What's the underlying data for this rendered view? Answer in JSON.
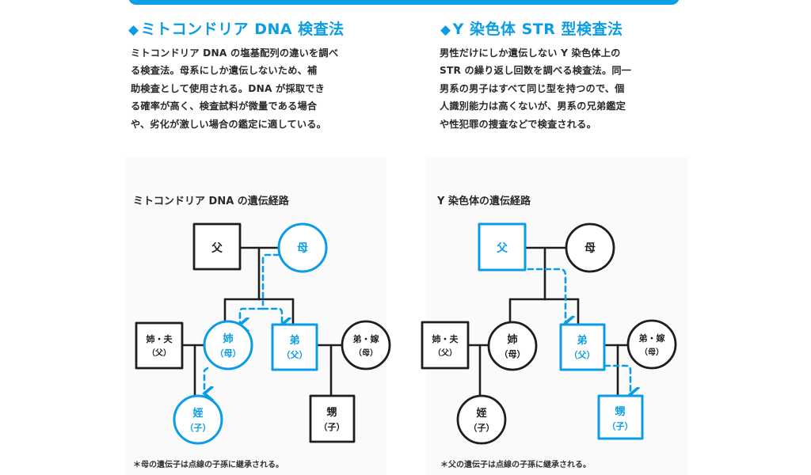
{
  "colors": {
    "accent": "#0a9ce4",
    "text": "#2a2a2a",
    "line": "#1e1e1e"
  },
  "left": {
    "title_icon": "diamond-icon",
    "title_glyph": "◆",
    "title": "ミトコンドリア DNA 検査法",
    "paragraph": [
      "ミトコンドリア DNA の塩基配列の違いを調べ",
      "る検査法。母系にしか遺伝しないため、補",
      "助検査として使用される。DNA が採取でき",
      "る確率が高く、検査試料が微量である場合",
      "や、劣化が激しい場合の鑑定に適している。"
    ],
    "diagram_title": "ミトコンドリア DNA の遺伝経路",
    "note": "＊母の遺伝子は点線の子孫に継承される。",
    "people": {
      "father": {
        "line1": "父",
        "line2": ""
      },
      "mother": {
        "line1": "母",
        "line2": ""
      },
      "sister_husband": {
        "line1": "姉・夫",
        "line2": "（父）"
      },
      "sister": {
        "line1": "姉",
        "line2": "（母）"
      },
      "brother": {
        "line1": "弟",
        "line2": "（父）"
      },
      "brother_wife": {
        "line1": "弟・嫁",
        "line2": "（母）"
      },
      "niece": {
        "line1": "姪",
        "line2": "（子）"
      },
      "nephew": {
        "line1": "甥",
        "line2": "（子）"
      }
    }
  },
  "right": {
    "title_icon": "diamond-icon",
    "title_glyph": "◆",
    "title": "Y 染色体 STR 型検査法",
    "paragraph": [
      "男性だけにしか遺伝しない Y 染色体上の",
      "STR の繰り返し回数を調べる検査法。同一",
      "男系の男子はすべて同じ型を持つので、個",
      "人識別能力は高くないが、男系の兄弟鑑定",
      "や性犯罪の捜査などで検査される。"
    ],
    "diagram_title": "Y 染色体の遺伝経路",
    "note": "＊父の遺伝子は点線の子孫に継承される。",
    "people": {
      "father": {
        "line1": "父",
        "line2": ""
      },
      "mother": {
        "line1": "母",
        "line2": ""
      },
      "sister_husband": {
        "line1": "姉・夫",
        "line2": "（父）"
      },
      "sister": {
        "line1": "姉",
        "line2": "（母）"
      },
      "brother": {
        "line1": "弟",
        "line2": "（父）"
      },
      "brother_wife": {
        "line1": "弟・嫁",
        "line2": "（母）"
      },
      "niece": {
        "line1": "姪",
        "line2": "（子）"
      },
      "nephew": {
        "line1": "甥",
        "line2": "（子）"
      }
    }
  }
}
